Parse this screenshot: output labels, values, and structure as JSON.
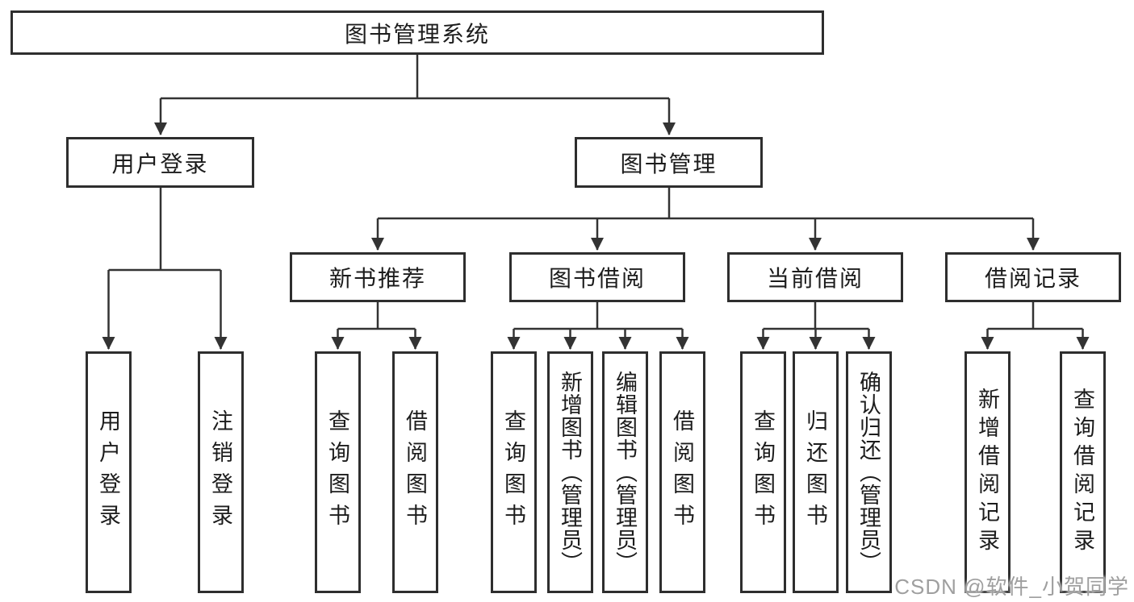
{
  "tree": {
    "root": {
      "label": "图书管理系统"
    },
    "branches": [
      {
        "label": "用户登录",
        "children": [
          {
            "label": "用户登录"
          },
          {
            "label": "注销登录"
          }
        ]
      },
      {
        "label": "图书管理",
        "children": [
          {
            "label": "新书推荐",
            "children": [
              {
                "label": "查询图书"
              },
              {
                "label": "借阅图书"
              }
            ]
          },
          {
            "label": "图书借阅",
            "children": [
              {
                "label": "查询图书"
              },
              {
                "label": "新增图书（管理员）"
              },
              {
                "label": "编辑图书（管理员）"
              },
              {
                "label": "借阅图书"
              }
            ]
          },
          {
            "label": "当前借阅",
            "children": [
              {
                "label": "查询图书"
              },
              {
                "label": "归还图书"
              },
              {
                "label": "确认归还（管理员）"
              }
            ]
          },
          {
            "label": "借阅记录",
            "children": [
              {
                "label": "新增借阅记录"
              },
              {
                "label": "查询借阅记录"
              }
            ]
          }
        ]
      }
    ]
  },
  "watermark": "CSDN @软件_小贺同学",
  "colors": {
    "background": "#ffffff",
    "box_border": "#2e2e2e",
    "connector_line": "#333333",
    "text": "#1c1c1c",
    "watermark_text": "#9f9f9f"
  }
}
